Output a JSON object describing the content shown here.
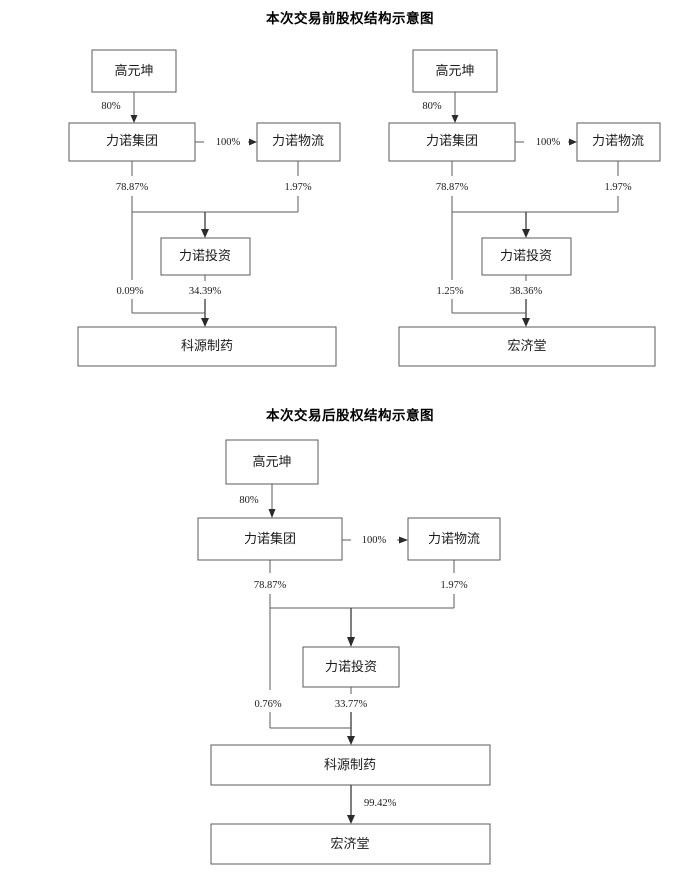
{
  "document": {
    "type": "equity-structure-diagram",
    "language": "zh-CN"
  },
  "diagrams": [
    {
      "id": "before",
      "title": "本次交易前股权结构示意图",
      "panels": [
        {
          "id": "before-left",
          "nodes": [
            {
              "id": "gaoyuankun",
              "label": "高元坤"
            },
            {
              "id": "linuo-group",
              "label": "力诺集团"
            },
            {
              "id": "linuo-logistics",
              "label": "力诺物流"
            },
            {
              "id": "linuo-investment",
              "label": "力诺投资"
            },
            {
              "id": "keyuan-pharma",
              "label": "科源制药"
            }
          ],
          "edges": [
            {
              "from": "gaoyuankun",
              "to": "linuo-group",
              "label": "80%"
            },
            {
              "from": "linuo-group",
              "to": "linuo-logistics",
              "label": "100%"
            },
            {
              "from": "linuo-group",
              "to": "linuo-investment",
              "label": "78.87%"
            },
            {
              "from": "linuo-logistics",
              "to": "linuo-investment",
              "label": "1.97%"
            },
            {
              "from": "linuo-group",
              "to": "keyuan-pharma",
              "label": "0.09%"
            },
            {
              "from": "linuo-investment",
              "to": "keyuan-pharma",
              "label": "34.39%"
            }
          ]
        },
        {
          "id": "before-right",
          "nodes": [
            {
              "id": "gaoyuankun",
              "label": "高元坤"
            },
            {
              "id": "linuo-group",
              "label": "力诺集团"
            },
            {
              "id": "linuo-logistics",
              "label": "力诺物流"
            },
            {
              "id": "linuo-investment",
              "label": "力诺投资"
            },
            {
              "id": "hongjitang",
              "label": "宏济堂"
            }
          ],
          "edges": [
            {
              "from": "gaoyuankun",
              "to": "linuo-group",
              "label": "80%"
            },
            {
              "from": "linuo-group",
              "to": "linuo-logistics",
              "label": "100%"
            },
            {
              "from": "linuo-group",
              "to": "linuo-investment",
              "label": "78.87%"
            },
            {
              "from": "linuo-logistics",
              "to": "linuo-investment",
              "label": "1.97%"
            },
            {
              "from": "linuo-group",
              "to": "hongjitang",
              "label": "1.25%"
            },
            {
              "from": "linuo-investment",
              "to": "hongjitang",
              "label": "38.36%"
            }
          ]
        }
      ]
    },
    {
      "id": "after",
      "title": "本次交易后股权结构示意图",
      "panels": [
        {
          "id": "after-main",
          "nodes": [
            {
              "id": "gaoyuankun",
              "label": "高元坤"
            },
            {
              "id": "linuo-group",
              "label": "力诺集团"
            },
            {
              "id": "linuo-logistics",
              "label": "力诺物流"
            },
            {
              "id": "linuo-investment",
              "label": "力诺投资"
            },
            {
              "id": "keyuan-pharma",
              "label": "科源制药"
            },
            {
              "id": "hongjitang",
              "label": "宏济堂"
            }
          ],
          "edges": [
            {
              "from": "gaoyuankun",
              "to": "linuo-group",
              "label": "80%"
            },
            {
              "from": "linuo-group",
              "to": "linuo-logistics",
              "label": "100%"
            },
            {
              "from": "linuo-group",
              "to": "linuo-investment",
              "label": "78.87%"
            },
            {
              "from": "linuo-logistics",
              "to": "linuo-investment",
              "label": "1.97%"
            },
            {
              "from": "linuo-group",
              "to": "keyuan-pharma",
              "label": "0.76%"
            },
            {
              "from": "linuo-investment",
              "to": "keyuan-pharma",
              "label": "33.77%"
            },
            {
              "from": "keyuan-pharma",
              "to": "hongjitang",
              "label": "99.42%"
            }
          ]
        }
      ]
    }
  ],
  "labels": {
    "d1_left": {
      "gao": "高元坤",
      "group": "力诺集团",
      "logistics": "力诺物流",
      "investment": "力诺投资",
      "terminal": "科源制药",
      "p_gao_group": "80%",
      "p_group_logistics": "100%",
      "p_group_invest": "78.87%",
      "p_logistics_invest": "1.97%",
      "p_group_terminal": "0.09%",
      "p_invest_terminal": "34.39%"
    },
    "d1_right": {
      "gao": "高元坤",
      "group": "力诺集团",
      "logistics": "力诺物流",
      "investment": "力诺投资",
      "terminal": "宏济堂",
      "p_gao_group": "80%",
      "p_group_logistics": "100%",
      "p_group_invest": "78.87%",
      "p_logistics_invest": "1.97%",
      "p_group_terminal": "1.25%",
      "p_invest_terminal": "38.36%"
    },
    "d2": {
      "gao": "高元坤",
      "group": "力诺集团",
      "logistics": "力诺物流",
      "investment": "力诺投资",
      "terminal": "科源制药",
      "terminal2": "宏济堂",
      "p_gao_group": "80%",
      "p_group_logistics": "100%",
      "p_group_invest": "78.87%",
      "p_logistics_invest": "1.97%",
      "p_group_terminal": "0.76%",
      "p_invest_terminal": "33.77%",
      "p_terminal_terminal2": "99.42%"
    },
    "titles": {
      "before": "本次交易前股权结构示意图",
      "after": "本次交易后股权结构示意图"
    }
  },
  "colors": {
    "box_stroke": "#5b5b5b",
    "line": "#5b5b5b",
    "text": "#1a1a1a",
    "background": "#ffffff"
  }
}
